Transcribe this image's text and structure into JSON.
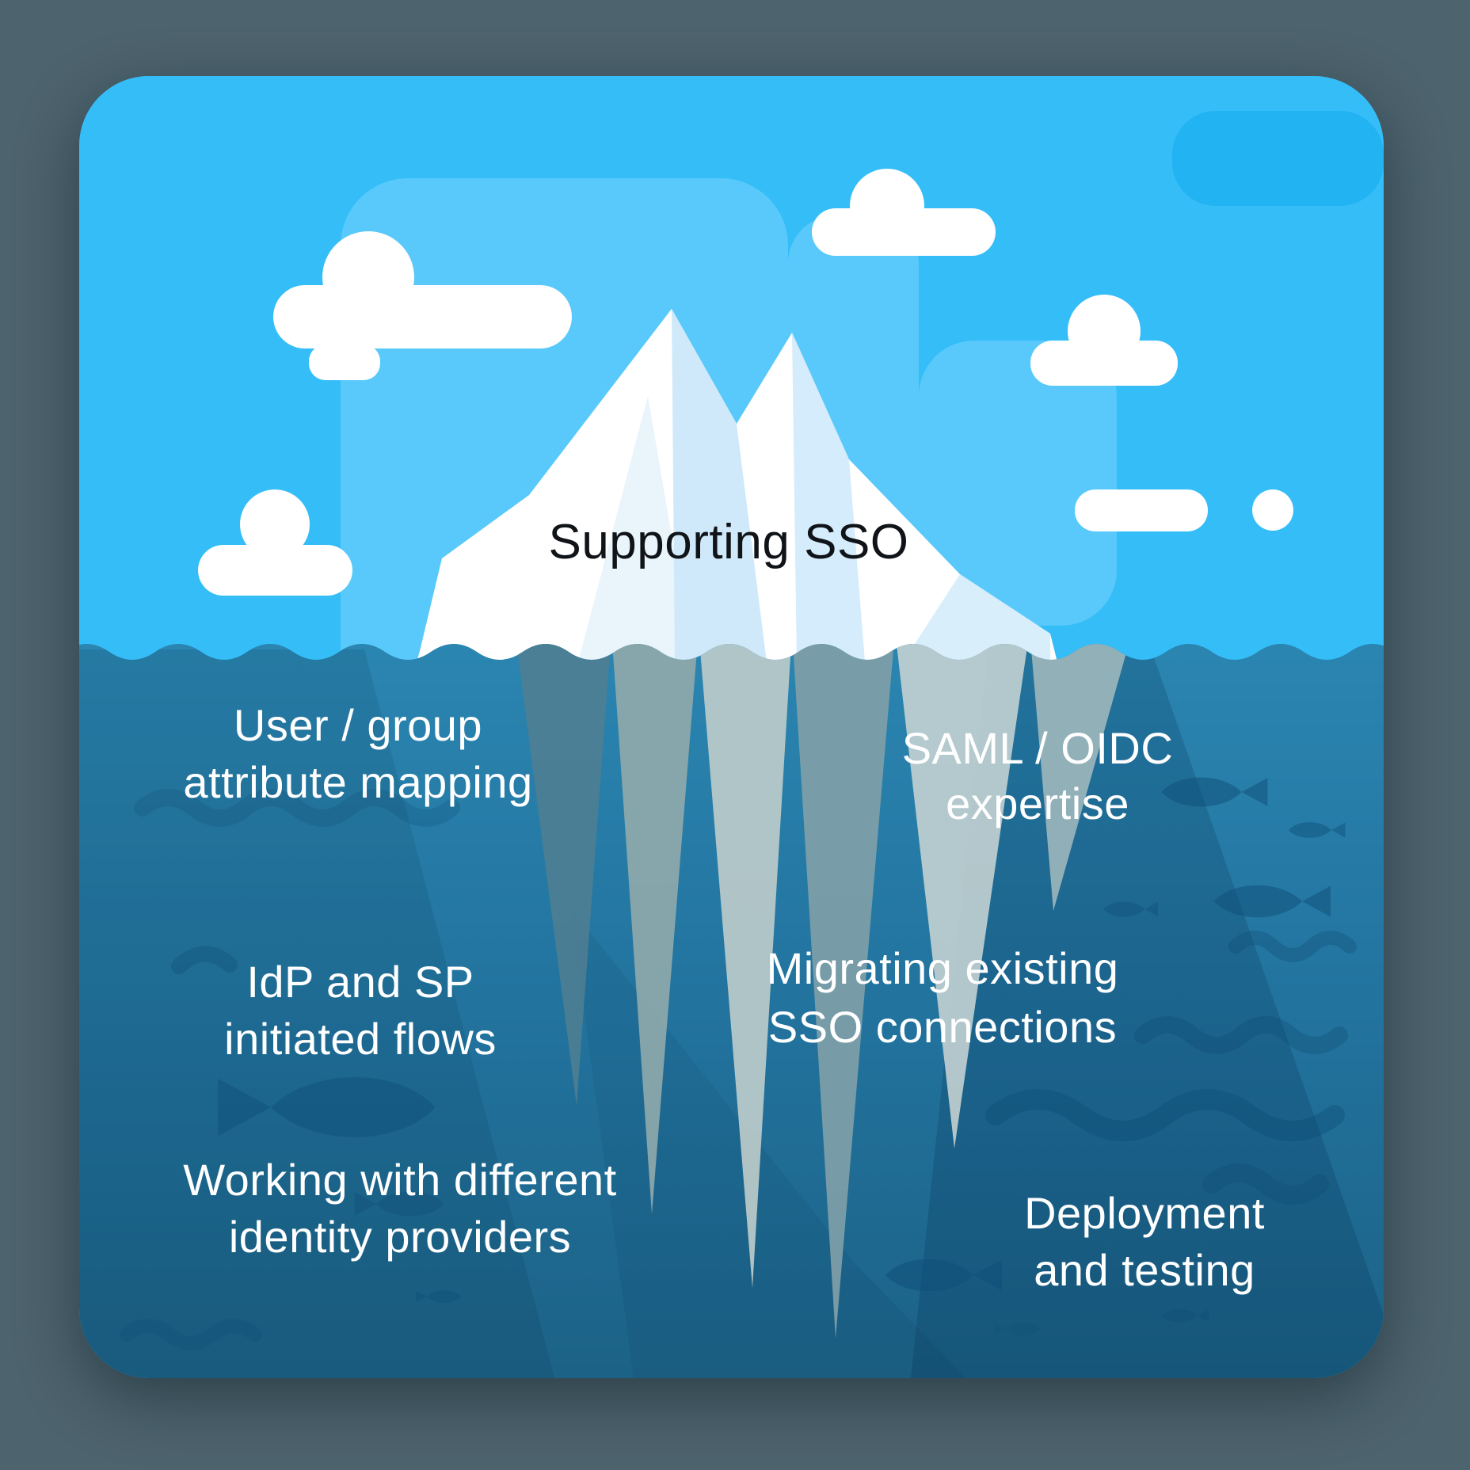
{
  "title": {
    "text": "Supporting SSO"
  },
  "labels": [
    {
      "id": "user-group-attribute-mapping",
      "text": "User / group\nattribute mapping"
    },
    {
      "id": "saml-oidc-expertise",
      "text": "SAML / OIDC\nexpertise"
    },
    {
      "id": "idp-sp-initiated-flows",
      "text": "IdP and SP\ninitiated flows"
    },
    {
      "id": "migrating-existing-sso-connections",
      "text": "Migrating existing\nSSO connections"
    },
    {
      "id": "working-with-different-identity-providers",
      "text": "Working with different\nidentity providers"
    },
    {
      "id": "deployment-and-testing",
      "text": "Deployment\nand testing"
    }
  ],
  "palette": {
    "background": "#4d636d",
    "sky": "#35bdf8",
    "sky_halo": "#58c9fa",
    "sky_accent": "#22b3f3",
    "cloud": "#ffffff",
    "water_surface": "#2a85b0",
    "water_deep": "#1c6286",
    "iceberg_above": "#ffffff",
    "iceberg_facet": "#cfe9fa",
    "iceberg_below_light": "#c3d2d1",
    "iceberg_below_mid": "#8ea9ab",
    "iceberg_below_dark": "#4f7e92",
    "fish": "#0e4e77",
    "title_text": "#101418",
    "label_text": "#ffffff"
  }
}
